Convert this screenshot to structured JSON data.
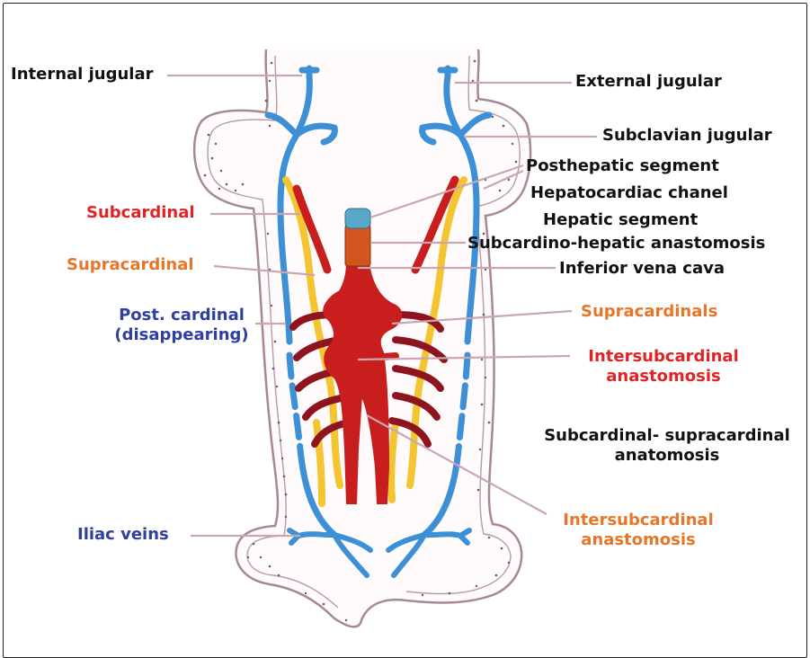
{
  "colors": {
    "vein_blue": "#3d8fd6",
    "subcardinal_red": "#c81e1e",
    "dark_red": "#8e1420",
    "supracardinal_yellow": "#f2c531",
    "hepatic_orange": "#d2551e",
    "cap_blue": "#5aa7c9",
    "label_black": "#111111",
    "label_red": "#e02424",
    "label_orange": "#e5762a",
    "label_blue": "#2f3fa0",
    "leader_line": "#c8a8ae"
  },
  "labels": {
    "internal_jugular": "Internal jugular",
    "external_jugular": "External jugular",
    "subclavian_jugular": "Subclavian jugular",
    "posthepatic_segment": "Posthepatic segment",
    "hepatocardiac_chanel": "Hepatocardiac chanel",
    "hepatic_segment": "Hepatic segment",
    "subcardino_hepatic": "Subcardino-hepatic anastomosis",
    "inferior_vena_cava": "Inferior vena cava",
    "subcardinal": "Subcardinal",
    "supracardinal": "Supracardinal",
    "post_cardinal_1": "Post. cardinal",
    "post_cardinal_2": "(disappearing)",
    "supracardinals": "Supracardinals",
    "intersubcardinal_1": "Intersubcardinal",
    "intersubcardinal_2": "anastomosis",
    "subsupra_1": "Subcardinal- supracardinal",
    "subsupra_2": "anatomosis",
    "intersubcardinal_b1": "Intersubcardinal",
    "intersubcardinal_b2": "anastomosis",
    "iliac_veins": "Iliac veins"
  }
}
